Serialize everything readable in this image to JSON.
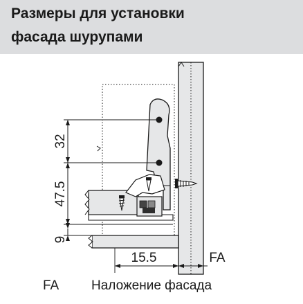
{
  "title": {
    "line1": "Размеры для установки",
    "line2": "фасада шурупами"
  },
  "dimensions": {
    "d32": "32",
    "d475": "47.5",
    "d9": "9",
    "d155": "15.5",
    "fa": "FA"
  },
  "legend": {
    "key": "FA",
    "description": "Наложение фасада"
  },
  "colors": {
    "header_bg": "#dcdddf",
    "part_fill": "#e6e7e8",
    "line": "#1a1a1a"
  }
}
